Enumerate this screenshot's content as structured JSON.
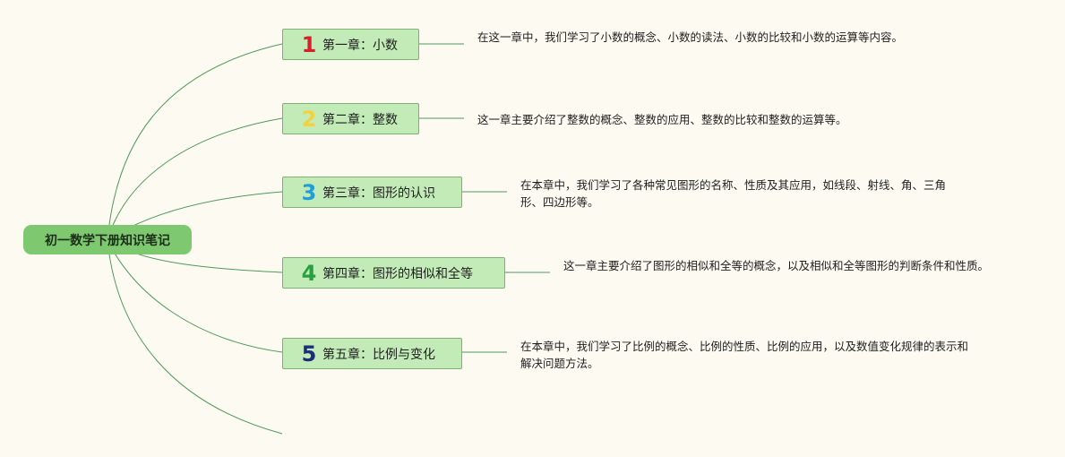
{
  "root": {
    "label": "初一数学下册知识笔记"
  },
  "chapters": [
    {
      "number": "1",
      "number_color": "#d8202a",
      "label": "第一章：小数",
      "note": "在这一章中，我们学习了小数的概念、小数的读法、小数的比较和小数的运算等内容。"
    },
    {
      "number": "2",
      "number_color": "#f3d23d",
      "label": "第二章：整数",
      "note": "这一章主要介绍了整数的概念、整数的应用、整数的比较和整数的运算等。"
    },
    {
      "number": "3",
      "number_color": "#1e9fd8",
      "label": "第三章：图形的认识",
      "note": "在本章中，我们学习了各种常见图形的名称、性质及其应用，如线段、射线、角、三角形、四边形等。"
    },
    {
      "number": "4",
      "number_color": "#28a040",
      "label": "第四章：图形的相似和全等",
      "note": "这一章主要介绍了图形的相似和全等的概念，以及相似和全等图形的判断条件和性质。"
    },
    {
      "number": "5",
      "number_color": "#1a2f7a",
      "label": "第五章：比例与变化",
      "note": "在本章中，我们学习了比例的概念、比例的性质、比例的应用，以及数值变化规律的表示和解决问题方法。"
    }
  ],
  "colors": {
    "background": "#fdfbf1",
    "root": "#7ec870",
    "topic": "#c2ebb8",
    "line": "#4f9a5a"
  }
}
